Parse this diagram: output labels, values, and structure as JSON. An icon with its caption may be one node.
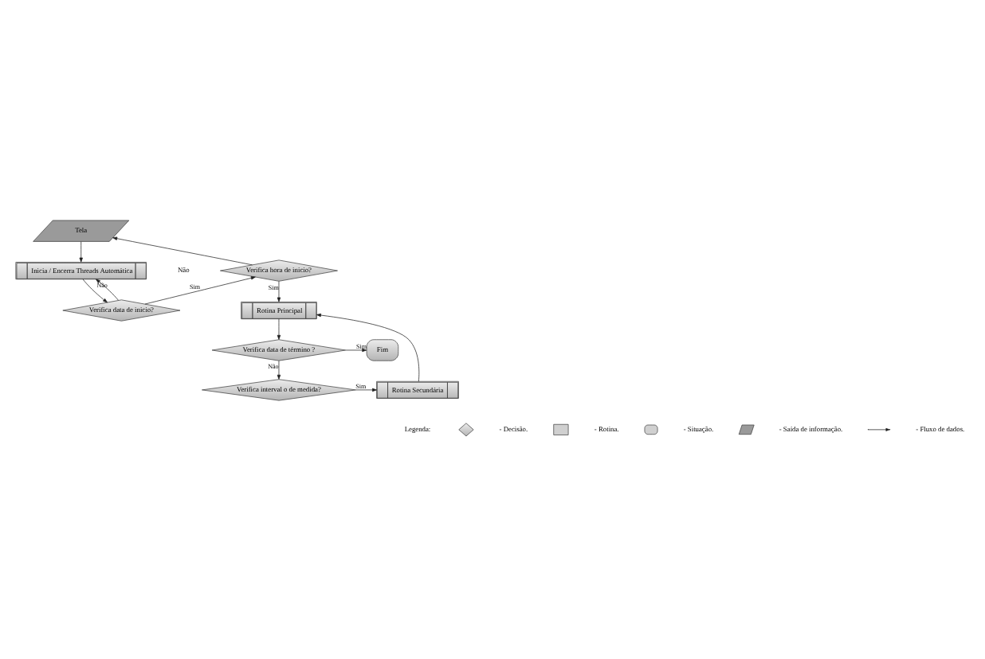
{
  "diagram": {
    "nodes": [
      {
        "text": [
          "Tela"
        ]
      },
      {
        "text": [
          "Inicia / Encerra Threads Automática"
        ]
      },
      {
        "text": [
          "Verifica hora de inicio?"
        ]
      },
      {
        "text": [
          "Rotina Principal"
        ]
      },
      {
        "text": [
          "Verifica data de inicio?"
        ]
      },
      {
        "text": [
          "Verifica data de término ?"
        ]
      },
      {
        "text": [
          "Fim"
        ]
      },
      {
        "text": [
          "Verifica interval o de medida?"
        ]
      },
      {
        "text": [
          "Rotina Secundária"
        ]
      }
    ],
    "edges": [
      {
        "from": 0,
        "to": 1,
        "arrow": "to"
      },
      {
        "from": 1,
        "to": 4,
        "arrow": "to"
      },
      {
        "from": 4,
        "to": 1,
        "arrow": "to",
        "label": "Não"
      },
      {
        "from": 4,
        "to": 2,
        "arrow": "to",
        "label": "Sim"
      },
      {
        "from": 2,
        "to": 0,
        "arrow": "to"
      },
      {
        "from": 2,
        "to": 3,
        "arrow": "to",
        "label": "Sim"
      },
      {
        "from": 3,
        "to": 5,
        "arrow": "to"
      },
      {
        "from": 5,
        "to": 6,
        "arrow": "to",
        "label": "Sim"
      },
      {
        "from": 5,
        "to": 7,
        "arrow": "to",
        "label": "Não"
      },
      {
        "from": 7,
        "to": 8,
        "arrow": "to",
        "label": "Sim"
      },
      {
        "from": 8,
        "to": 3,
        "arrow": "to"
      }
    ],
    "labels": [
      "Não",
      "Legenda:"
    ],
    "legend": [
      {
        "text": "- Decisão."
      },
      {
        "text": "- Rotina."
      },
      {
        "text": "- Situação."
      },
      {
        "text": "- Saída de informação."
      },
      {
        "text": "- Fluxo de dados."
      }
    ]
  }
}
